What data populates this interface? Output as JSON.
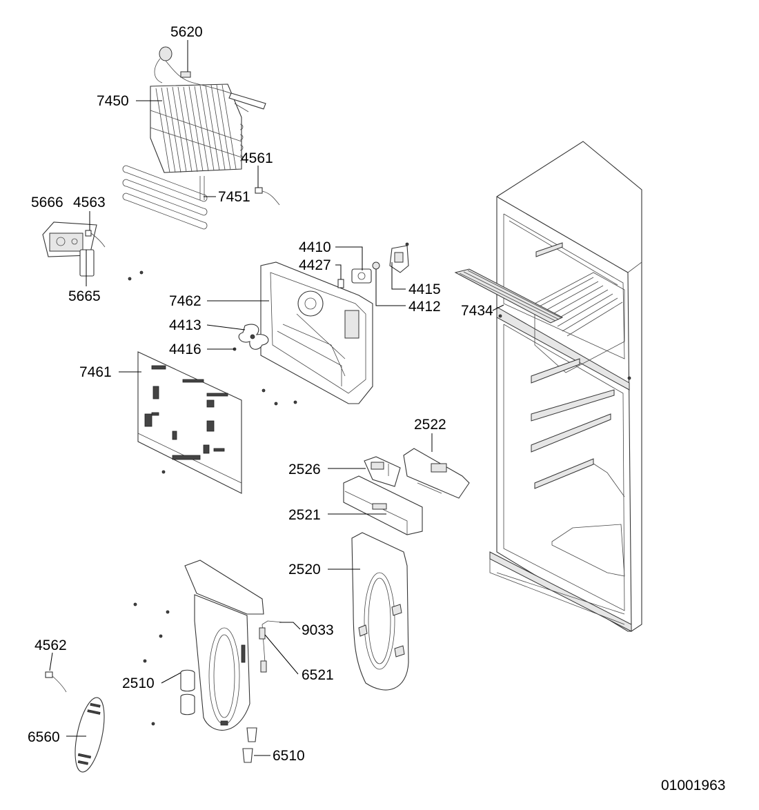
{
  "diagram": {
    "drawing_number": "01001963",
    "labels": {
      "p5620": "5620",
      "p7450": "7450",
      "p4561": "4561",
      "p7451": "7451",
      "p5666": "5666",
      "p4563": "4563",
      "p5665": "5665",
      "p4410": "4410",
      "p4427": "4427",
      "p4415": "4415",
      "p4412": "4412",
      "p7434": "7434",
      "p7462": "7462",
      "p4413": "4413",
      "p4416": "4416",
      "p7461": "7461",
      "p2522": "2522",
      "p2526": "2526",
      "p2521": "2521",
      "p2520": "2520",
      "p9033": "9033",
      "p6521": "6521",
      "p4562": "4562",
      "p2510": "2510",
      "p6560": "6560",
      "p6510": "6510"
    }
  }
}
